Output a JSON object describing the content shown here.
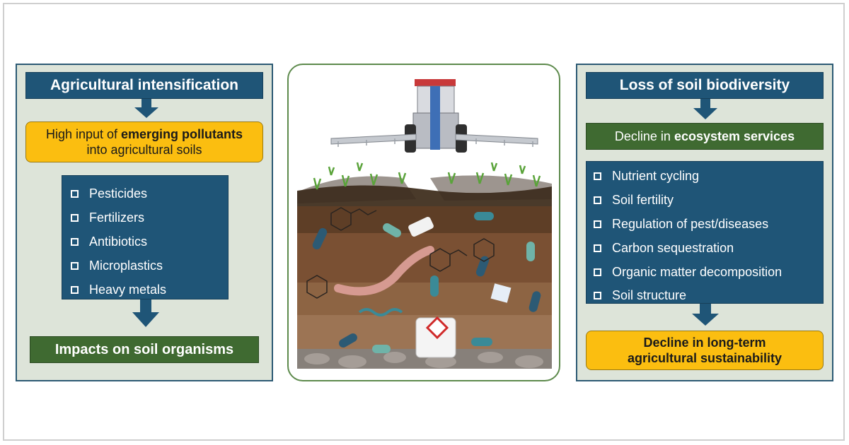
{
  "left_panel": {
    "title": "Agricultural intensification",
    "input_box": {
      "pre": "High input of ",
      "bold": "emerging pollutants",
      "post": " into agricultural soils"
    },
    "pollutants": [
      "Pesticides",
      "Fertilizers",
      "Antibiotics",
      "Microplastics",
      "Heavy metals"
    ],
    "outcome": "Impacts on soil organisms"
  },
  "center_panel": {
    "illustration": "tractor spraying crops above a soil profile with pollutants, earthworm and microorganisms"
  },
  "right_panel": {
    "title": "Loss of soil biodiversity",
    "decline": {
      "pre": "Decline in ",
      "bold": "ecosystem services"
    },
    "services": [
      "Nutrient cycling",
      "Soil fertility",
      "Regulation of pest/diseases",
      "Carbon sequestration",
      "Organic matter decomposition",
      "Soil structure"
    ],
    "outcome": "Decline in long-term agricultural sustainability"
  },
  "colors": {
    "navy": "#1f5577",
    "yellow": "#fbbe10",
    "green": "#3f6a31",
    "panel_bg": "#dde4d9"
  }
}
